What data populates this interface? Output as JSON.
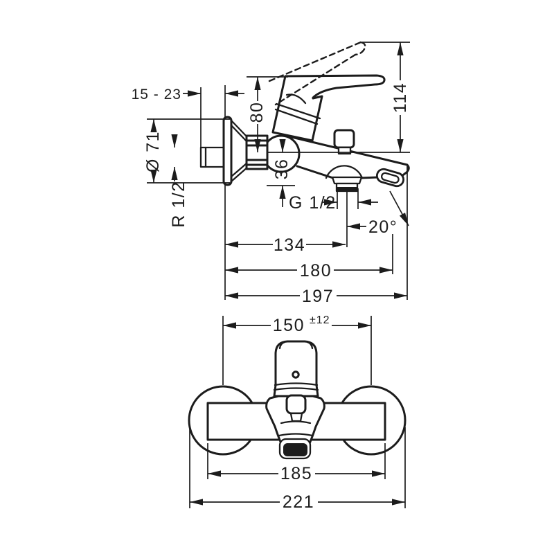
{
  "title": "Wall-mounted single lever bath mixer - dimensional drawing",
  "colors": {
    "background": "#ffffff",
    "line": "#1c1c1c"
  },
  "side_view": {
    "dims": {
      "wall_distance": "15 - 23",
      "escutcheon_diameter": "Ø 71",
      "inlet_thread": "R 1/2",
      "height_above_axis": "80",
      "total_height": "114",
      "outlet_offset": "36",
      "outlet_thread": "G 1/2",
      "spout_angle": "20°",
      "outlet_reach": "134",
      "spout_reach": "180",
      "total_reach": "197"
    }
  },
  "front_view": {
    "dims": {
      "connection_spacing": "150",
      "connection_tolerance": "±12",
      "body_width": "185",
      "total_width": "221"
    }
  }
}
